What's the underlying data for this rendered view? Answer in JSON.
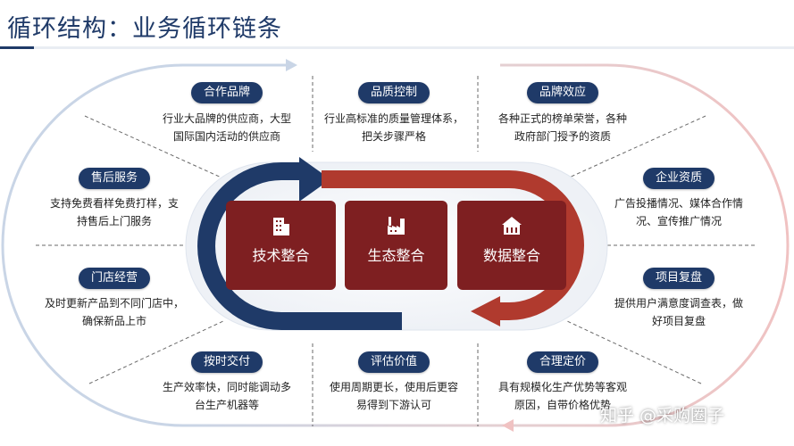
{
  "title": "循环结构：业务循环链条",
  "center": [
    "技术整合",
    "生态整合",
    "数据整合"
  ],
  "icons": [
    "office-building-icon",
    "factory-icon",
    "data-house-icon"
  ],
  "cards": {
    "hezuo": {
      "label": "合作品牌",
      "lines": [
        "行业大品牌的供应商，大型",
        "国际国内活动的供应商"
      ]
    },
    "pinzhi": {
      "label": "品质控制",
      "lines": [
        "行业高标准的质量管理体系，",
        "把关步骤严格"
      ]
    },
    "pinpai": {
      "label": "品牌效应",
      "lines": [
        "各种正式的榜单荣誉，各种",
        "政府部门授予的资质"
      ]
    },
    "shouhou": {
      "label": "售后服务",
      "lines": [
        "支持免费看样免费打样，支",
        "持售后上门服务"
      ]
    },
    "qiye": {
      "label": "企业资质",
      "lines": [
        "广告投播情况、媒体合作情",
        "况、宣传推广情况"
      ]
    },
    "mendian": {
      "label": "门店经营",
      "lines": [
        "及时更新产品到不同门店中，",
        "确保新品上市"
      ]
    },
    "xiangmu": {
      "label": "项目复盘",
      "lines": [
        "提供用户满意度调查表，做",
        "好项目复盘"
      ]
    },
    "anshi": {
      "label": "按时交付",
      "lines": [
        "生产效率快，同时能调动多",
        "台生产机器等"
      ]
    },
    "pinggu": {
      "label": "评估价值",
      "lines": [
        "使用周期更长，使用后更容",
        "易得到下游认可"
      ]
    },
    "heli": {
      "label": "合理定价",
      "lines": [
        "具有规模化生产优势等客观",
        "原因，自带价格优势"
      ]
    }
  },
  "watermark": "知乎 @采购圈子",
  "colors": {
    "navy": "#1f3a68",
    "red": "#b03a2e",
    "dark_red": "#7e1f21"
  }
}
